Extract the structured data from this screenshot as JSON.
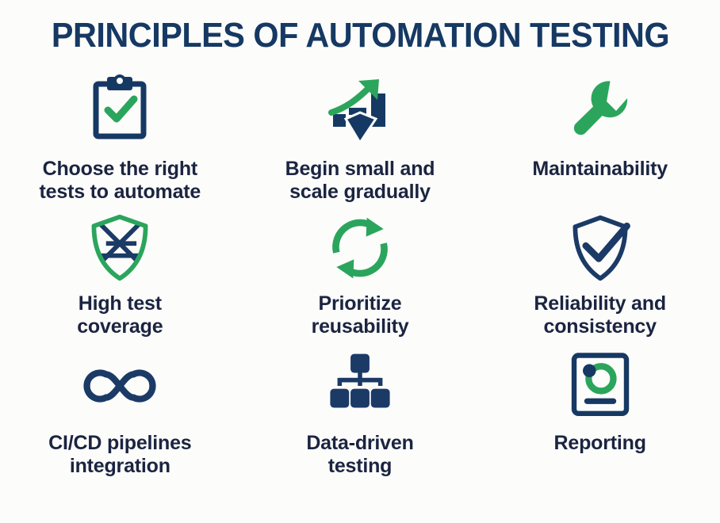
{
  "poster": {
    "title": "PRINCIPLES OF AUTOMATION TESTING",
    "background_color": "#fcfcfb",
    "navy": "#163963",
    "navy_text": "#1b2440",
    "green": "#2ba55c"
  },
  "principles": [
    {
      "id": "choose-the-right-tests",
      "label": "Choose the right\ntests to automate",
      "icon": "clipboard-check-icon",
      "icon_colors": {
        "outline": "#163963",
        "accent": "#2ba55c"
      }
    },
    {
      "id": "begin-small-scale-gradually",
      "label": "Begin small and\nscale gradually",
      "icon": "growth-chart-diamond-icon",
      "icon_colors": {
        "outline": "#163963",
        "accent": "#2ba55c"
      }
    },
    {
      "id": "maintainability",
      "label": "Maintainability",
      "icon": "wrench-icon",
      "icon_colors": {
        "outline": "#2ba55c",
        "accent": "#2ba55c"
      }
    },
    {
      "id": "high-test-coverage",
      "label": "High test\ncoverage",
      "icon": "shield-mesh-icon",
      "icon_colors": {
        "outline": "#2ba55c",
        "accent": "#1b3a66"
      }
    },
    {
      "id": "prioritize-reusability",
      "label": "Prioritize\nreusability",
      "icon": "refresh-cycle-icon",
      "icon_colors": {
        "outline": "#2ba55c",
        "accent": "#2ba55c"
      }
    },
    {
      "id": "reliability-and-consistency",
      "label": "Reliability and\nconsistency",
      "icon": "shield-check-icon",
      "icon_colors": {
        "outline": "#1b3a66",
        "accent": "#1b3a66"
      }
    },
    {
      "id": "cicd-pipelines-integration",
      "label": "CI/CD pipelines\nintegration",
      "icon": "infinity-icon",
      "icon_colors": {
        "outline": "#1b3a66",
        "accent": "#1b3a66"
      }
    },
    {
      "id": "data-driven-testing",
      "label": "Data-driven\ntesting",
      "icon": "hierarchy-nodes-icon",
      "icon_colors": {
        "outline": "#1b3a66",
        "accent": "#1b3a66"
      }
    },
    {
      "id": "reporting",
      "label": "Reporting",
      "icon": "report-chart-icon",
      "icon_colors": {
        "outline": "#163963",
        "accent": "#2ba55c"
      }
    }
  ]
}
